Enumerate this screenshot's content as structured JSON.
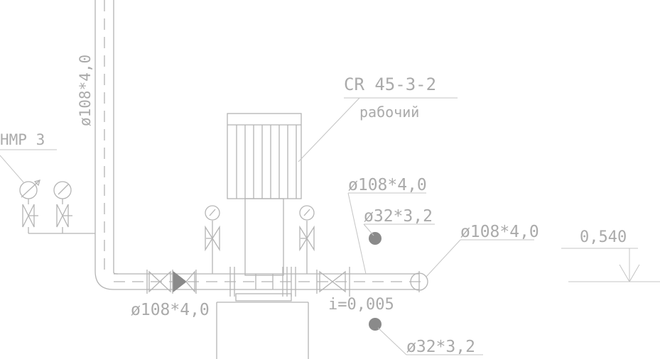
{
  "labels": {
    "riser_pipe": "ø108*4,0",
    "gauge_tag": "НМР 3",
    "pump_model": "CR 45-3-2",
    "pump_role": "рабочий",
    "discharge_pipe_top": "ø108*4,0",
    "small_pipe_top": "ø32*3,2",
    "discharge_pipe_right": "ø108*4,0",
    "level_mark": "0,540",
    "suction_pipe": "ø108*4,0",
    "slope": "i=0,005",
    "small_pipe_bottom": "ø32*3,2"
  },
  "colors": {
    "linework": "#b4b4b4",
    "text": "#aaaaaa",
    "marker_fill": "#8a8a8a",
    "background": "#ffffff"
  }
}
